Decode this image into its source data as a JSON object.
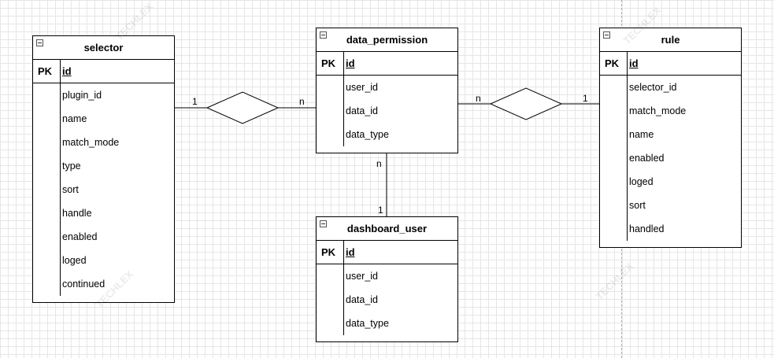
{
  "entities": {
    "selector": {
      "title": "selector",
      "pk_label": "PK",
      "pk_field": "id",
      "fields": [
        "plugin_id",
        "name",
        "match_mode",
        "type",
        "sort",
        "handle",
        "enabled",
        "loged",
        "continued"
      ]
    },
    "data_permission": {
      "title": "data_permission",
      "pk_label": "PK",
      "pk_field": "id",
      "fields": [
        "user_id",
        "data_id",
        "data_type"
      ]
    },
    "dashboard_user": {
      "title": "dashboard_user",
      "pk_label": "PK",
      "pk_field": "id",
      "fields": [
        "user_id",
        "data_id",
        "data_type"
      ]
    },
    "rule": {
      "title": "rule",
      "pk_label": "PK",
      "pk_field": "id",
      "fields": [
        "selector_id",
        "match_mode",
        "name",
        "enabled",
        "loged",
        "sort",
        "handled"
      ]
    }
  },
  "cardinalities": {
    "selector_side": "1",
    "permission_left": "n",
    "permission_right": "n",
    "rule_side": "1",
    "permission_bottom": "n",
    "dashboard_top": "1"
  },
  "watermark": "TECHLEX"
}
